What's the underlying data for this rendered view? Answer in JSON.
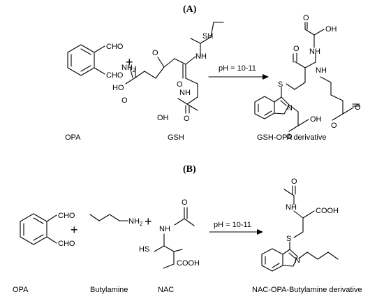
{
  "panels": {
    "a": "(A)",
    "b": "(B)"
  },
  "reaction_a": {
    "condition": "pH = 10-11",
    "names": {
      "reactant1": "OPA",
      "reactant2": "GSH",
      "product": "GSH-OPA derivative"
    },
    "plus": "+",
    "atoms": {
      "cho": "CHO",
      "nh2": "NH",
      "nh2_sub": "2",
      "nh": "NH",
      "n": "N",
      "s": "S",
      "o": "O",
      "oh": "OH",
      "sh": "SH",
      "ho": "HO"
    }
  },
  "reaction_b": {
    "condition": "pH = 10-11",
    "names": {
      "reactant1": "OPA",
      "reactant2": "Butylamine",
      "reactant3": "NAC",
      "product": "NAC-OPA-Butylamine derivative"
    },
    "plus": "+",
    "atoms": {
      "cho": "CHO",
      "nh": "NH",
      "nh2_sub": "2",
      "o": "O",
      "hs": "HS",
      "cooh": "COOH",
      "s": "S",
      "n": "N"
    }
  }
}
